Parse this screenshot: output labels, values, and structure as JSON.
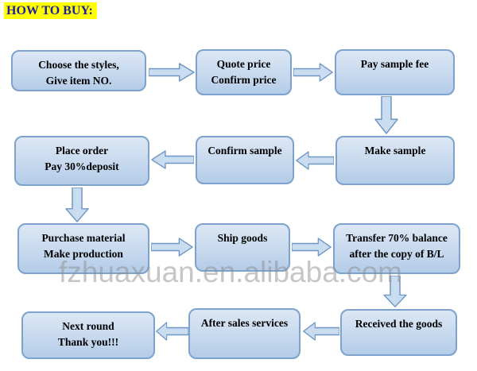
{
  "title": {
    "text": "HOW TO BUY:"
  },
  "watermark": {
    "text": "fzhuaxuan.en.alibaba.com"
  },
  "colors": {
    "title_text": "#1e1e9c",
    "title_highlight": "#ffff00",
    "box_fill_top": "#dce7f5",
    "box_fill_bottom": "#b4cce8",
    "box_border": "#7da3cd",
    "arrow_fill": "#cadcf0",
    "arrow_stroke": "#7097c4",
    "box_text": "#000000",
    "watermark_text": "#8f8f8f",
    "background": "#ffffff"
  },
  "flowchart": {
    "nodes": [
      {
        "id": "choose-styles",
        "lines": [
          "Choose the styles,",
          "Give item NO."
        ]
      },
      {
        "id": "quote-price",
        "lines": [
          "Quote price",
          "Confirm price"
        ]
      },
      {
        "id": "pay-sample-fee",
        "lines": [
          "Pay sample fee"
        ]
      },
      {
        "id": "make-sample",
        "lines": [
          "Make sample"
        ]
      },
      {
        "id": "confirm-sample",
        "lines": [
          "Confirm sample"
        ]
      },
      {
        "id": "place-order",
        "lines": [
          "Place order",
          "Pay 30%deposit"
        ]
      },
      {
        "id": "purchase-material",
        "lines": [
          "Purchase material",
          "Make production"
        ]
      },
      {
        "id": "ship-goods",
        "lines": [
          "Ship goods"
        ]
      },
      {
        "id": "transfer-balance",
        "lines": [
          "Transfer 70% balance",
          "after the copy of B/L"
        ]
      },
      {
        "id": "received-goods",
        "lines": [
          "Received the goods"
        ]
      },
      {
        "id": "after-sales",
        "lines": [
          "After sales services"
        ]
      },
      {
        "id": "next-round",
        "lines": [
          "Next round",
          "Thank you!!!"
        ]
      }
    ],
    "connections": [
      {
        "from": "choose-styles",
        "to": "quote-price",
        "direction": "right"
      },
      {
        "from": "quote-price",
        "to": "pay-sample-fee",
        "direction": "right"
      },
      {
        "from": "pay-sample-fee",
        "to": "make-sample",
        "direction": "down"
      },
      {
        "from": "make-sample",
        "to": "confirm-sample",
        "direction": "left"
      },
      {
        "from": "confirm-sample",
        "to": "place-order",
        "direction": "left"
      },
      {
        "from": "place-order",
        "to": "purchase-material",
        "direction": "down"
      },
      {
        "from": "purchase-material",
        "to": "ship-goods",
        "direction": "right"
      },
      {
        "from": "ship-goods",
        "to": "transfer-balance",
        "direction": "right"
      },
      {
        "from": "transfer-balance",
        "to": "received-goods",
        "direction": "down"
      },
      {
        "from": "received-goods",
        "to": "after-sales",
        "direction": "left"
      },
      {
        "from": "after-sales",
        "to": "next-round",
        "direction": "left"
      }
    ]
  }
}
